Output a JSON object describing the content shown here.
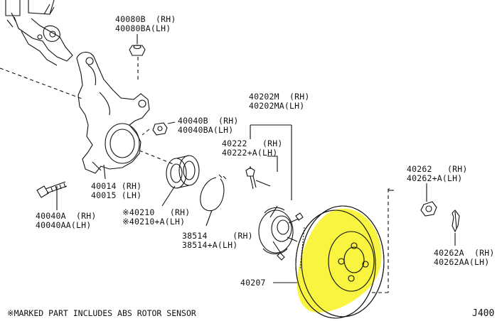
{
  "colors": {
    "highlight": "#f5f000",
    "line": "#111111",
    "background": "#ffffff"
  },
  "labels": {
    "p40080": {
      "rh": "40080B  (RH)",
      "lh": "40080BA(LH)"
    },
    "p40040b": {
      "rh": "40040B  (RH)",
      "lh": "40040BA(LH)"
    },
    "p40202": {
      "rh": "40202M  (RH)",
      "lh": "40202MA(LH)"
    },
    "p40222": {
      "rh": "40222   (RH)",
      "lh": "40222+A(LH)"
    },
    "p40262": {
      "rh": "40262   (RH)",
      "lh": "40262+A(LH)"
    },
    "p40014": {
      "rh": "40014 (RH)",
      "lh": "40015 (LH)"
    },
    "p40210": {
      "rh": "※40210   (RH)",
      "lh": "※40210+A(LH)"
    },
    "p38514": {
      "rh": "38514     (RH)",
      "lh": "38514+A(LH)"
    },
    "p40040a": {
      "rh": "40040A  (RH)",
      "lh": "40040AA(LH)"
    },
    "p40262a": {
      "rh": "40262A  (RH)",
      "lh": "40262AA(LH)"
    },
    "p40207": "40207"
  },
  "footer_note": "※MARKED PART INCLUDES ABS ROTOR SENSOR",
  "diagram_ref": "J400"
}
